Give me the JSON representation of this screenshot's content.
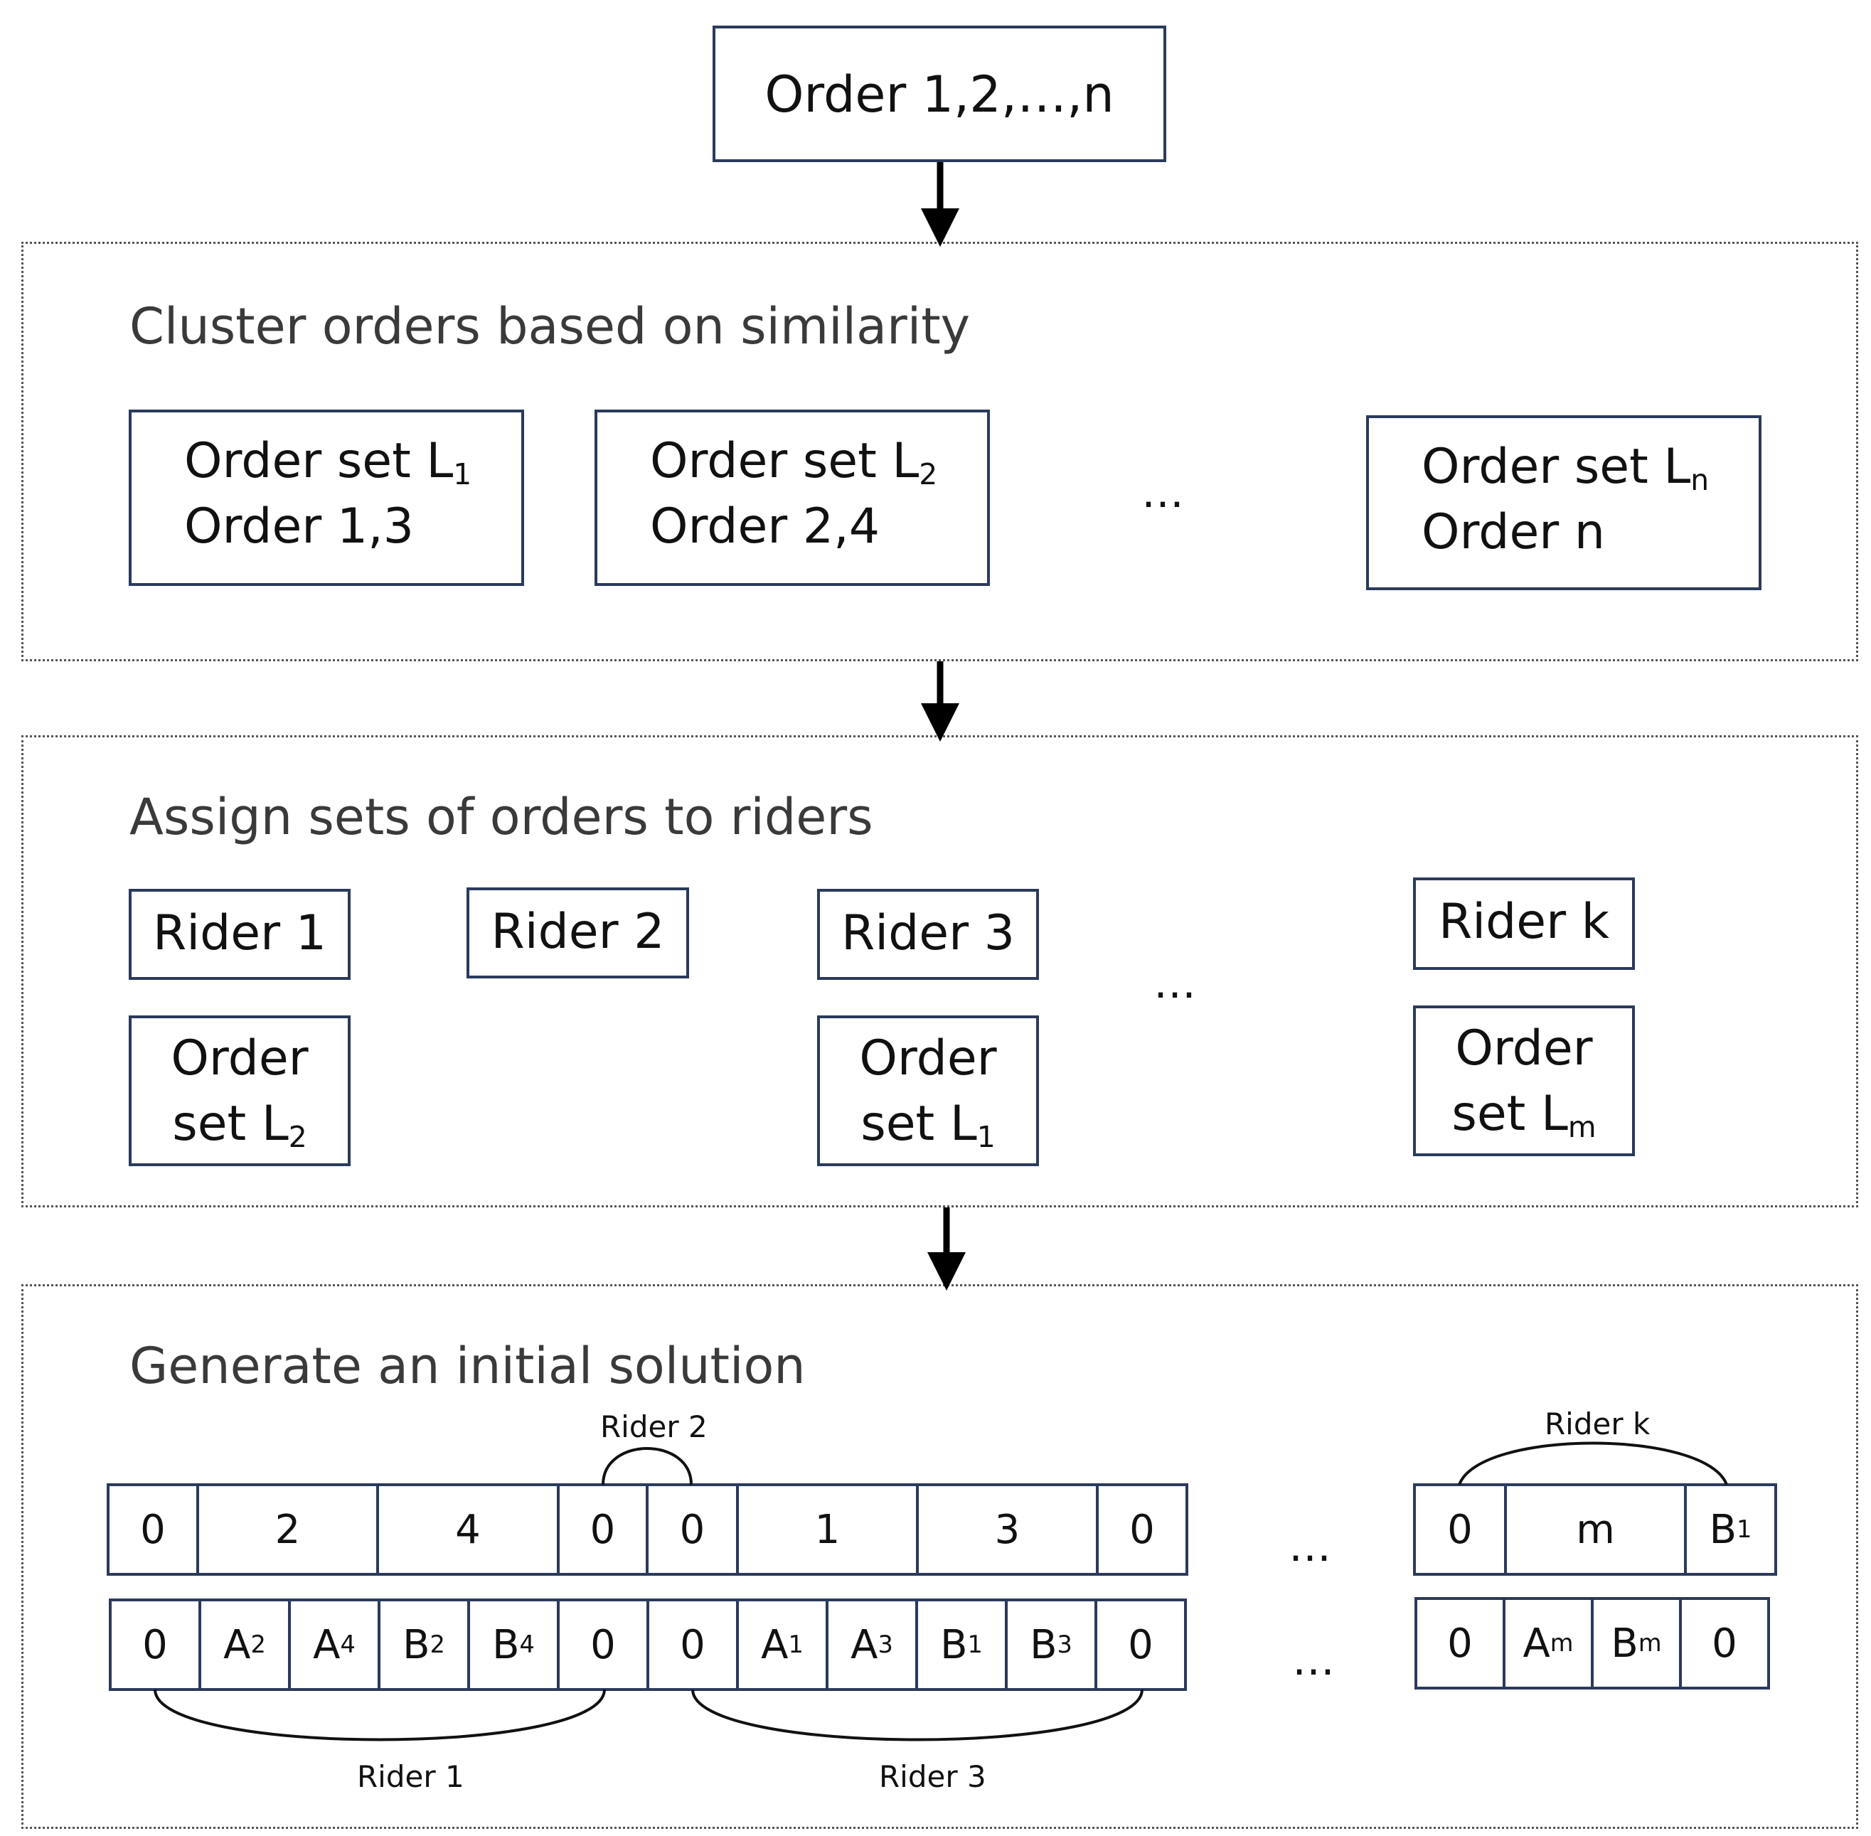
{
  "top_box": "Order 1,2,…,n",
  "panel1": {
    "title": "Cluster orders based on similarity",
    "sets": [
      {
        "line1": "Order set L",
        "sub": "1",
        "line2": "Order 1,3"
      },
      {
        "line1": "Order set L",
        "sub": "2",
        "line2": "Order 2,4"
      },
      {
        "line1": "Order set L",
        "sub": "n",
        "line2": "Order n"
      }
    ],
    "ellipsis": "…"
  },
  "panel2": {
    "title": "Assign sets of orders to riders",
    "riders": [
      "Rider 1",
      "Rider 2",
      "Rider 3",
      "Rider k"
    ],
    "assignments": [
      {
        "line1": "Order",
        "line2": "set L",
        "sub": "2"
      },
      {
        "line1": "Order",
        "line2": "set L",
        "sub": "1"
      },
      {
        "line1": "Order",
        "line2": "set L",
        "sub": "m"
      }
    ],
    "ellipsis": "…"
  },
  "panel3": {
    "title": "Generate an initial solution",
    "row1": [
      "0",
      "2",
      "4",
      "0",
      "0",
      "1",
      "3",
      "0"
    ],
    "row1_right": [
      {
        "text": "0",
        "sub": ""
      },
      {
        "text": "m",
        "sub": ""
      },
      {
        "text": "B",
        "sub": "1"
      }
    ],
    "row2": [
      {
        "text": "0",
        "sub": ""
      },
      {
        "text": "A",
        "sub": "2"
      },
      {
        "text": "A",
        "sub": "4"
      },
      {
        "text": "B",
        "sub": "2"
      },
      {
        "text": "B",
        "sub": "4"
      },
      {
        "text": "0",
        "sub": ""
      },
      {
        "text": "0",
        "sub": ""
      },
      {
        "text": "A",
        "sub": "1"
      },
      {
        "text": "A",
        "sub": "3"
      },
      {
        "text": "B",
        "sub": "1"
      },
      {
        "text": "B",
        "sub": "3"
      },
      {
        "text": "0",
        "sub": ""
      }
    ],
    "row2_right": [
      {
        "text": "0",
        "sub": ""
      },
      {
        "text": "A",
        "sub": "m"
      },
      {
        "text": "B",
        "sub": "m"
      },
      {
        "text": "0",
        "sub": ""
      }
    ],
    "labels": {
      "rider2": "Rider 2",
      "riderk": "Rider k",
      "rider1": "Rider 1",
      "rider3": "Rider 3"
    },
    "ellipsis": "…"
  }
}
